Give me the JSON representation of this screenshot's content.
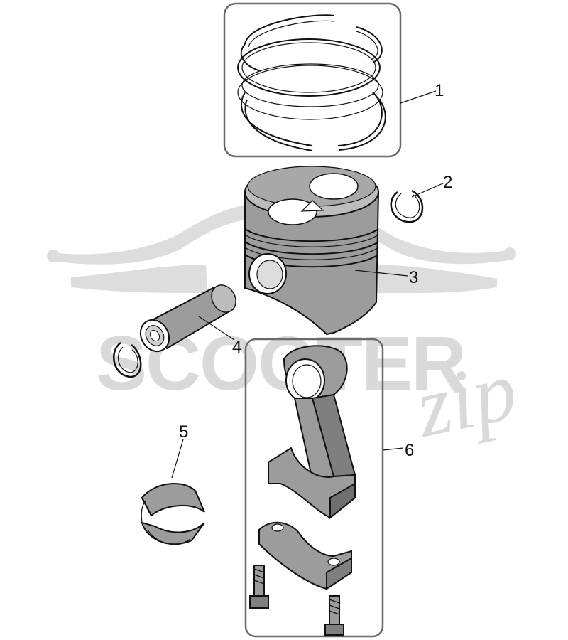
{
  "watermark": {
    "brand": "SCOOTER",
    "script": "zip"
  },
  "callouts": [
    "1",
    "2",
    "3",
    "4",
    "5",
    "6"
  ],
  "colors": {
    "part_gray": "#9c9c9c",
    "part_dark": "#6f6f6f",
    "outline": "#111111",
    "watermark": "#d9d9d9"
  }
}
